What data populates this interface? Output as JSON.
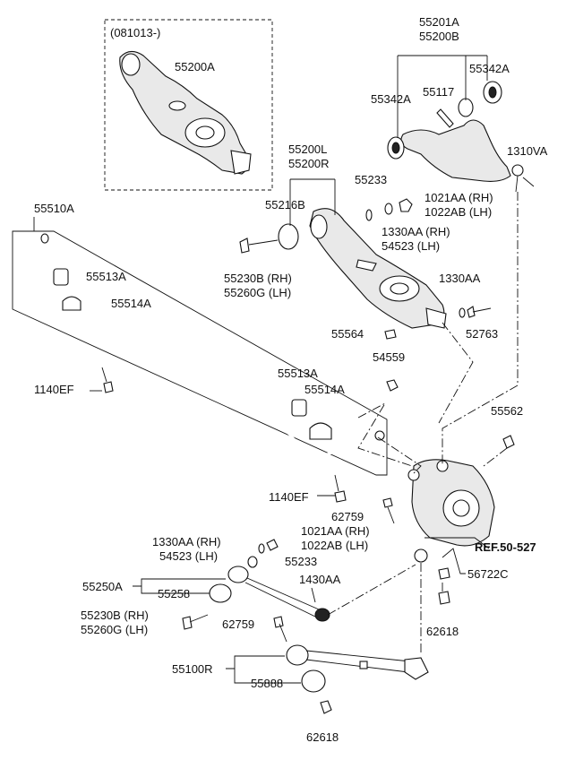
{
  "diagram": {
    "box_note": "(081013-)",
    "labels": {
      "p55200A": "55200A",
      "p55201A": "55201A",
      "p55200B": "55200B",
      "p55342A_r": "55342A",
      "p55342A_l": "55342A",
      "p55117": "55117",
      "p1310VA": "1310VA",
      "p55200L": "55200L",
      "p55200R": "55200R",
      "p55233_a": "55233",
      "p1021AA_a": "1021AA (RH)",
      "p1022AB_a": "1022AB (LH)",
      "p55216B": "55216B",
      "p1330AA_a": "1330AA (RH)",
      "p54523_a": "54523 (LH)",
      "p55230B_a": "55230B (RH)",
      "p55260G_a": "55260G (LH)",
      "p1330AA_b": "1330AA",
      "p52763": "52763",
      "p55564": "55564",
      "p55510A": "55510A",
      "p55513A_a": "55513A",
      "p55514A_a": "55514A",
      "p1140EF_a": "1140EF",
      "p54559": "54559",
      "p55513A_b": "55513A",
      "p55514A_b": "55514A",
      "p55562": "55562",
      "p1140EF_b": "1140EF",
      "p62759_a": "62759",
      "p1330AA_c": "1330AA (RH)",
      "p54523_c": "54523 (LH)",
      "p1021AA_c": "1021AA (RH)",
      "p1022AB_c": "1022AB (LH)",
      "p55233_c": "55233",
      "pREF": "REF.50-527",
      "p55250A": "55250A",
      "p55258": "55258",
      "p1430AA": "1430AA",
      "p56722C": "56722C",
      "p55230B_c": "55230B (RH)",
      "p55260G_c": "55260G (LH)",
      "p62759_b": "62759",
      "p62618_a": "62618",
      "p55100R": "55100R",
      "p55888": "55888",
      "p62618_b": "62618"
    }
  }
}
